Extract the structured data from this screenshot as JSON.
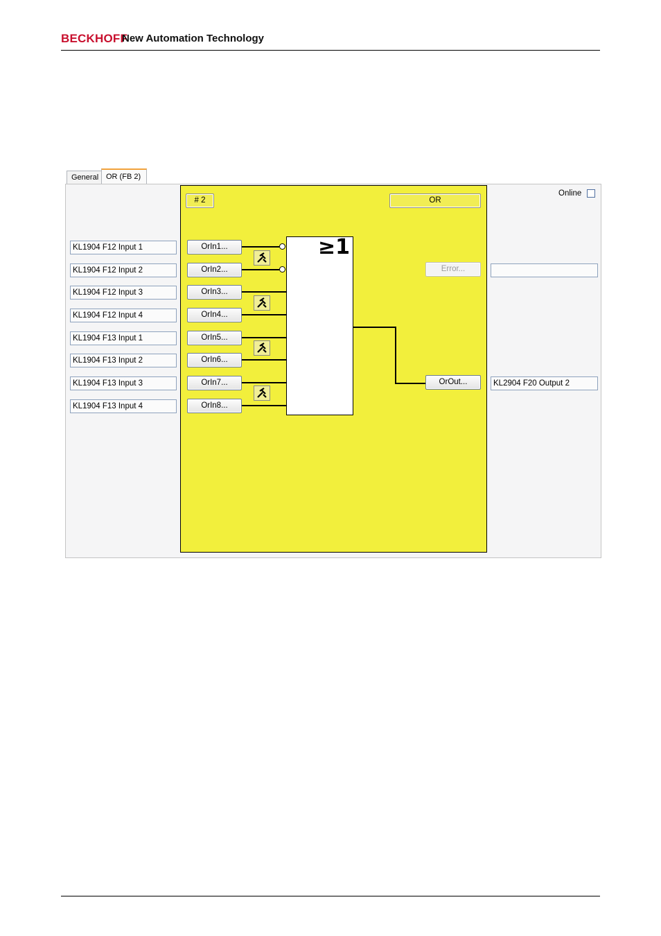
{
  "header": {
    "brand": "BECKHOFF",
    "tagline": "New Automation Technology"
  },
  "tabs": [
    {
      "label": "General",
      "active": false
    },
    {
      "label": "OR (FB 2)",
      "active": true
    }
  ],
  "function_block": {
    "number_label": "# 2",
    "type_label": "OR",
    "gate_symbol": "≥1",
    "online_label": "Online",
    "online_checked": false,
    "inputs": [
      {
        "button": "OrIn1...",
        "mapping": "KL1904 F12 Input 1",
        "negated": true
      },
      {
        "button": "OrIn2...",
        "mapping": "KL1904 F12 Input 2",
        "negated": true
      },
      {
        "button": "OrIn3...",
        "mapping": "KL1904 F12 Input 3",
        "negated": false
      },
      {
        "button": "OrIn4...",
        "mapping": "KL1904 F12 Input 4",
        "negated": false
      },
      {
        "button": "OrIn5...",
        "mapping": "KL1904 F13 Input 1",
        "negated": false
      },
      {
        "button": "OrIn6...",
        "mapping": "KL1904 F13 Input 2",
        "negated": false
      },
      {
        "button": "OrIn7...",
        "mapping": "KL1904 F13 Input 3",
        "negated": false
      },
      {
        "button": "OrIn8...",
        "mapping": "KL1904 F13 Input 4",
        "negated": false
      }
    ],
    "error_button": "Error...",
    "error_mapping": "",
    "output_button": "OrOut...",
    "output_mapping": "KL2904 F20 Output 2"
  },
  "colors": {
    "brand": "#c8102e",
    "block_background": "#f2ef3c",
    "active_tab_accent": "#f2a23a"
  }
}
